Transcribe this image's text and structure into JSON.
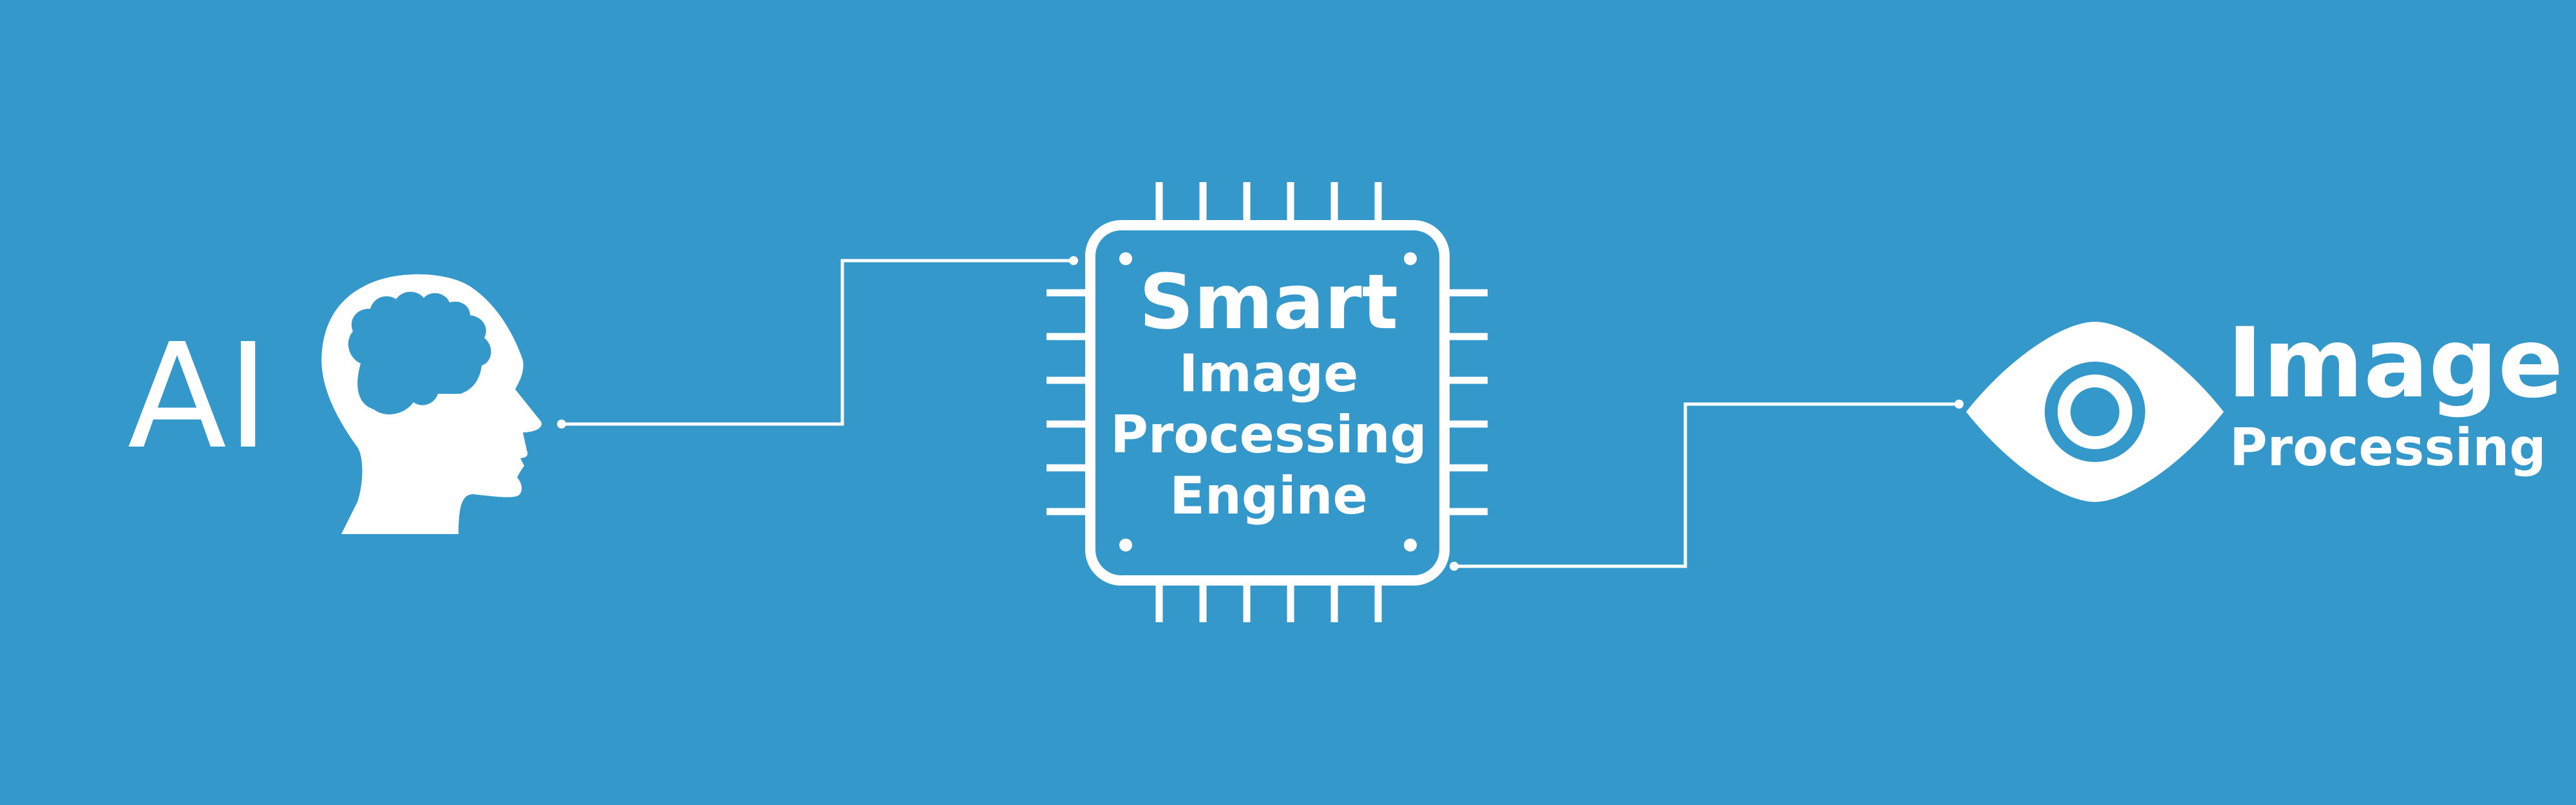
{
  "nodes": {
    "ai": {
      "label": "AI",
      "icon": "head-brain-icon"
    },
    "engine": {
      "title": "Smart",
      "line2": "Image",
      "line3": "Processing",
      "line4": "Engine",
      "icon": "cpu-chip-icon"
    },
    "output": {
      "title": "Image",
      "subtitle": "Processing",
      "icon": "eye-icon"
    }
  },
  "connectors": [
    {
      "from": "ai",
      "to": "engine"
    },
    {
      "from": "engine",
      "to": "output"
    }
  ],
  "colors": {
    "background": "#3598cb",
    "foreground": "#ffffff"
  }
}
